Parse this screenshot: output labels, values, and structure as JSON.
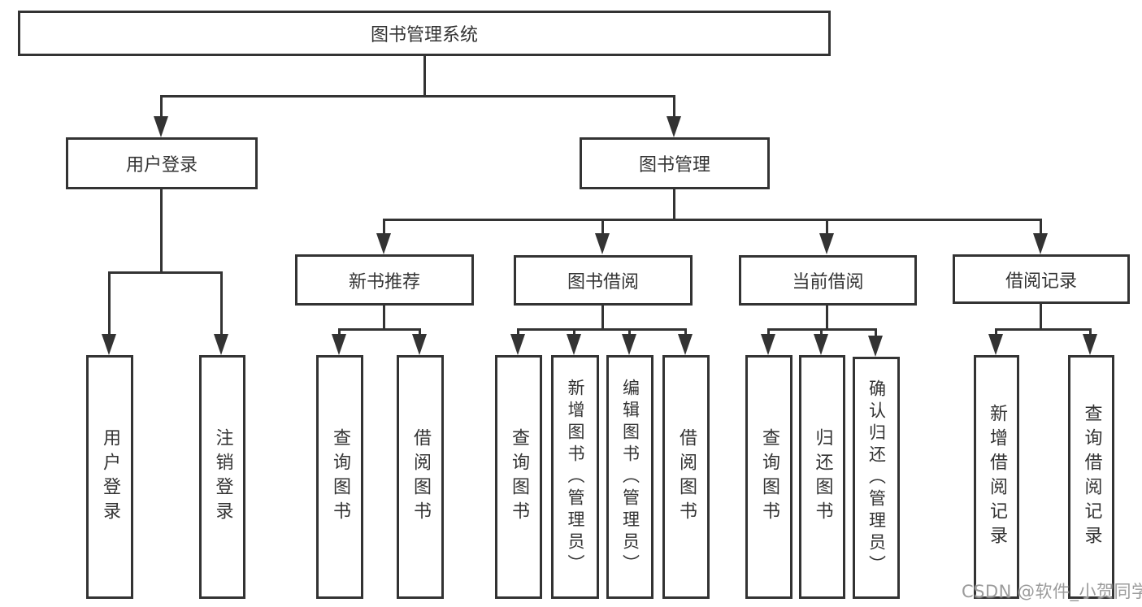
{
  "diagram_title": "图书管理系统",
  "colors": {
    "line": "#333333",
    "background": "#ffffff",
    "watermark": "#9b9b9b"
  },
  "tree": {
    "root": "图书管理系统",
    "branches": [
      {
        "label": "用户登录",
        "children": [
          "用户登录",
          "注销登录"
        ]
      },
      {
        "label": "图书管理",
        "children": [
          {
            "label": "新书推荐",
            "children": [
              "查询图书",
              "借阅图书"
            ]
          },
          {
            "label": "图书借阅",
            "children": [
              "查询图书",
              "新增图书（管理员）",
              "编辑图书（管理员）",
              "借阅图书"
            ]
          },
          {
            "label": "当前借阅",
            "children": [
              "查询图书",
              "归还图书",
              "确认归还（管理员）"
            ]
          },
          {
            "label": "借阅记录",
            "children": [
              "新增借阅记录",
              "查询借阅记录"
            ]
          }
        ]
      }
    ]
  },
  "watermark": "CSDN @软件_小贺同学"
}
